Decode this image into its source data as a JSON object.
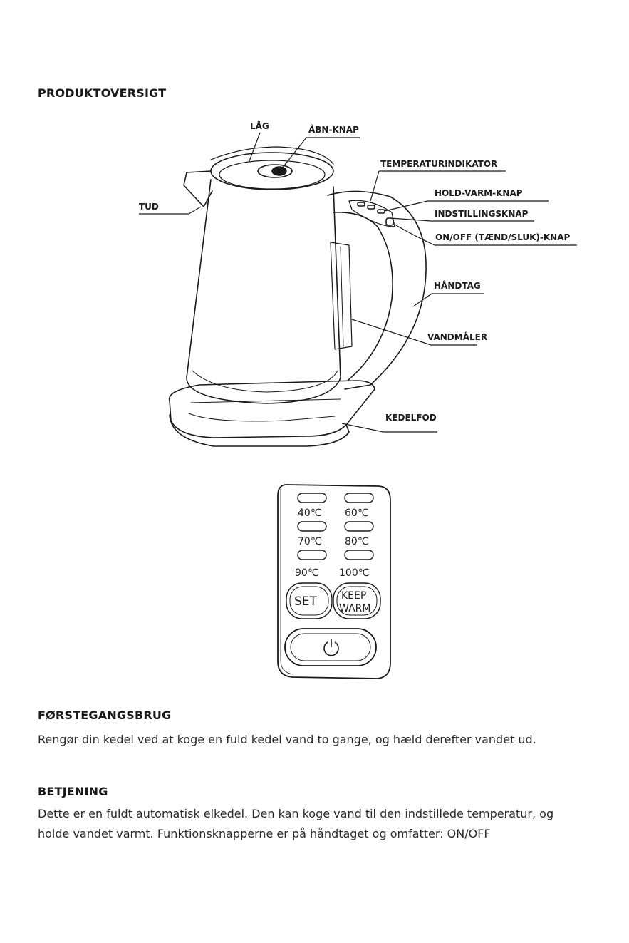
{
  "sections": {
    "overview_title": "PRODUKTOVERSIGT",
    "first_use_title": "FØRSTEGANGSBRUG",
    "first_use_text": "Rengør din kedel ved at koge en fuld kedel vand to gange, og hæld derefter vandet ud.",
    "operation_title": "BETJENING",
    "operation_line1": "Dette er en fuldt automatisk elkedel. Den kan koge vand til den indstillede temperatur, og",
    "operation_line2": "holde vandet varmt. Funktionsknapperne er på håndtaget og omfatter: ON/OFF"
  },
  "kettle_labels": {
    "lid": "LÅG",
    "open_button": "ÅBN-KNAP",
    "temperature_indicator": "TEMPERATURINDIKATOR",
    "keep_warm_button": "HOLD-VARM-KNAP",
    "setting_button": "INDSTILLINGSKNAP",
    "onoff_button": "ON/OFF (TÆND/SLUK)-KNAP",
    "handle": "HÅNDTAG",
    "water_gauge": "VANDMÅLER",
    "spout": "TUD",
    "base": "KEDELFOD"
  },
  "control_panel": {
    "temps": [
      "40℃",
      "60℃",
      "70℃",
      "80℃",
      "90℃",
      "100℃"
    ],
    "set_label": "SET",
    "keep_label_1": "KEEP",
    "keep_label_2": "WARM",
    "power_icon": "power-icon"
  }
}
